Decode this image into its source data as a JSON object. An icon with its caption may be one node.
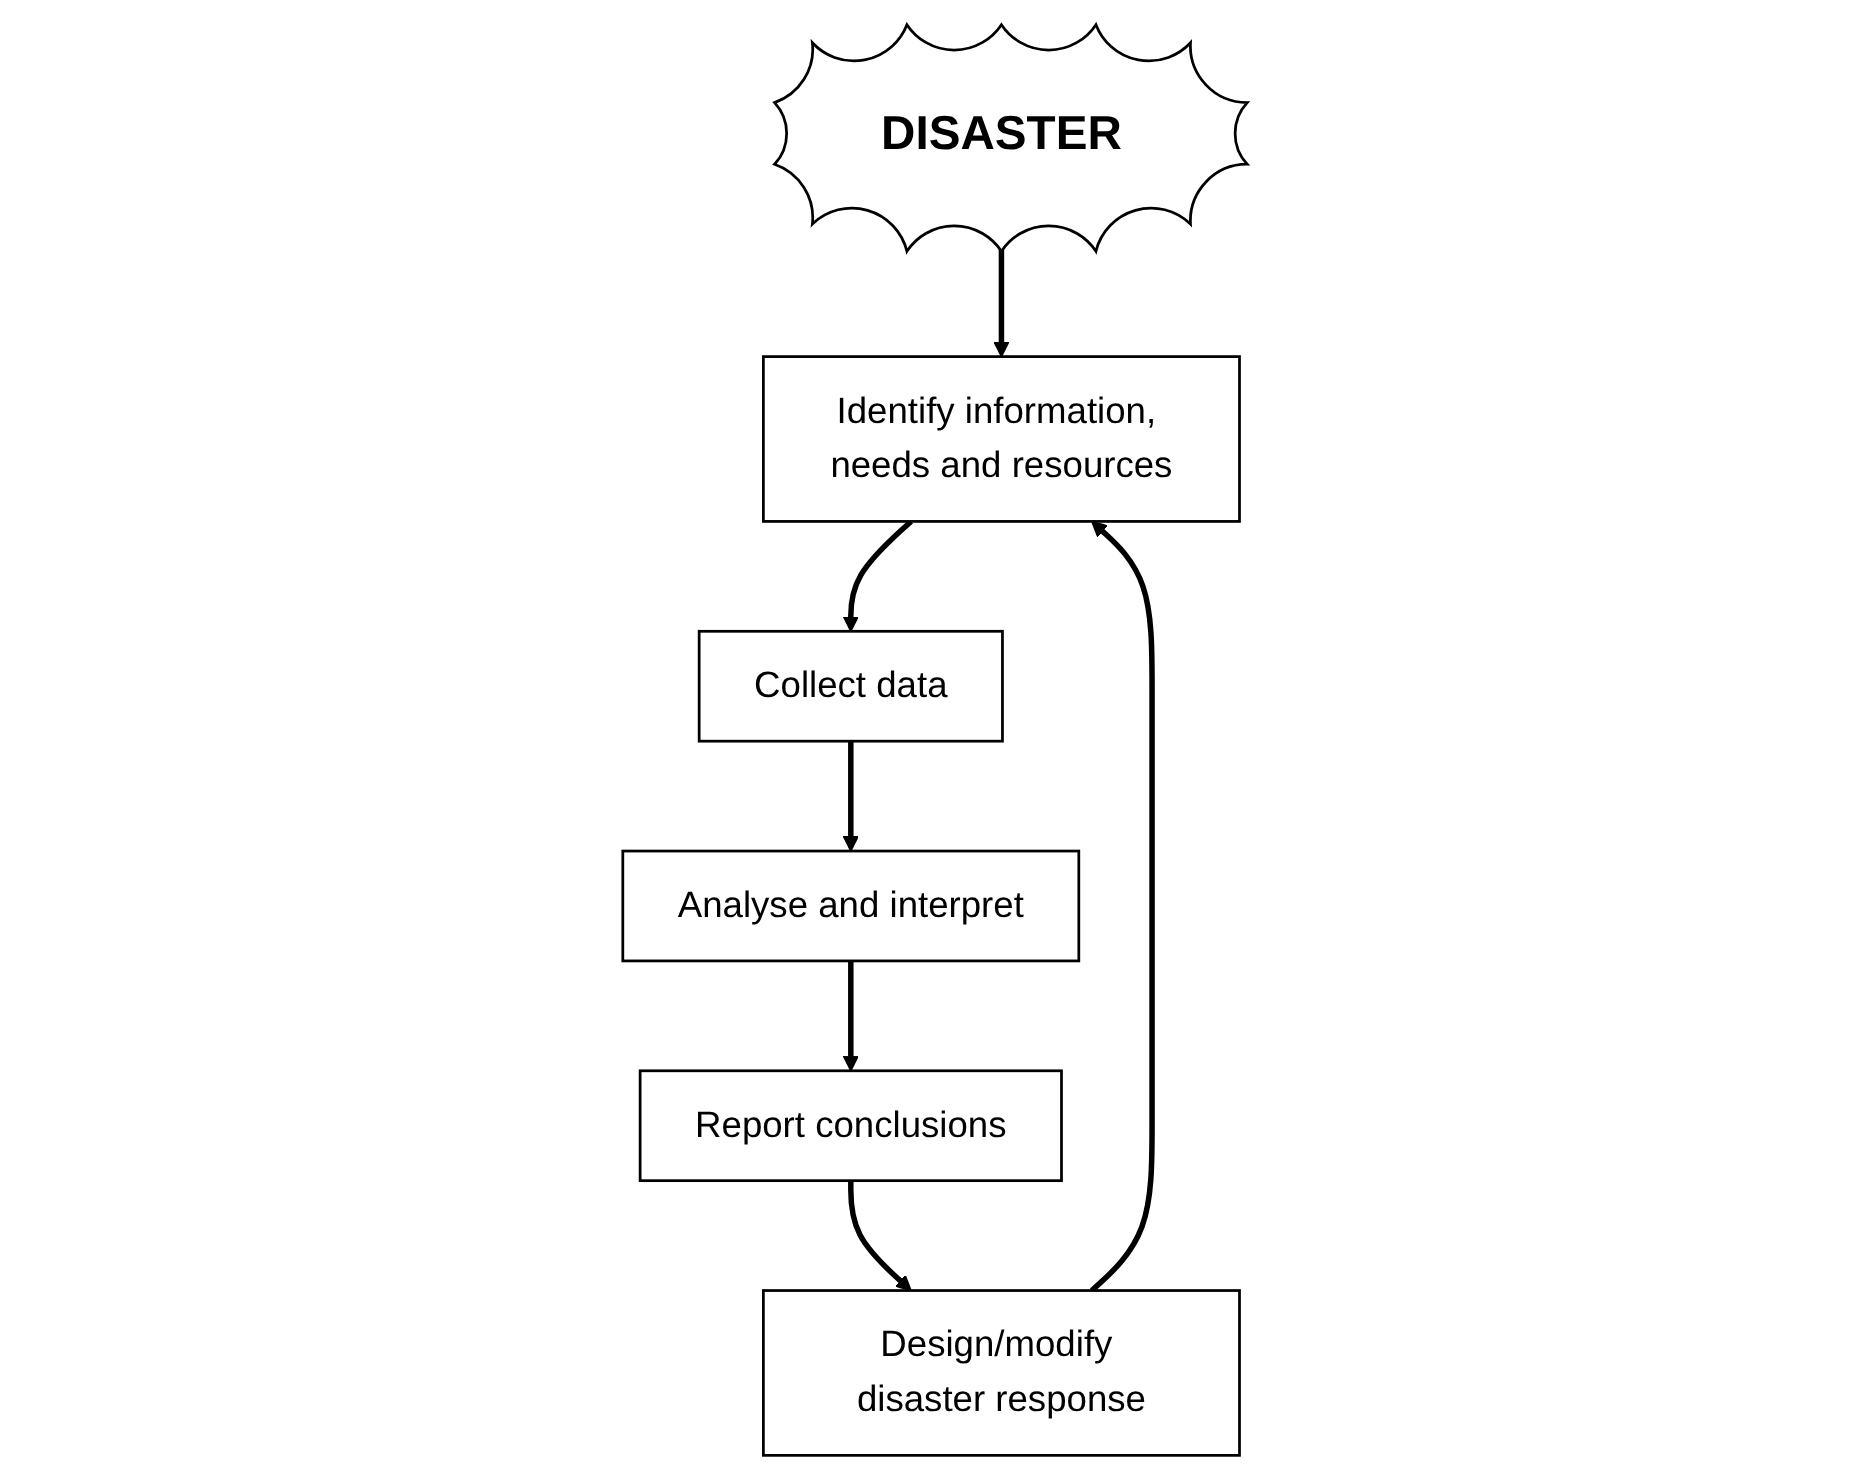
{
  "diagram": {
    "nodes": [
      {
        "text": [
          "DISASTER"
        ]
      },
      {
        "text": [
          "Identify information, needs and resources"
        ]
      },
      {
        "text": [
          "Collect data"
        ]
      },
      {
        "text": [
          "Analyse and interpret"
        ]
      },
      {
        "text": [
          "Report conclusions"
        ]
      },
      {
        "text": [
          "Design/modify disaster response"
        ]
      }
    ],
    "edges": [
      {
        "from": 0,
        "to": 1,
        "arrow": "to"
      },
      {
        "from": 1,
        "to": 2,
        "arrow": "to"
      },
      {
        "from": 2,
        "to": 3,
        "arrow": "to"
      },
      {
        "from": 3,
        "to": 4,
        "arrow": "to"
      },
      {
        "from": 4,
        "to": 5,
        "arrow": "to"
      },
      {
        "from": 5,
        "to": 1,
        "arrow": "to"
      }
    ]
  }
}
